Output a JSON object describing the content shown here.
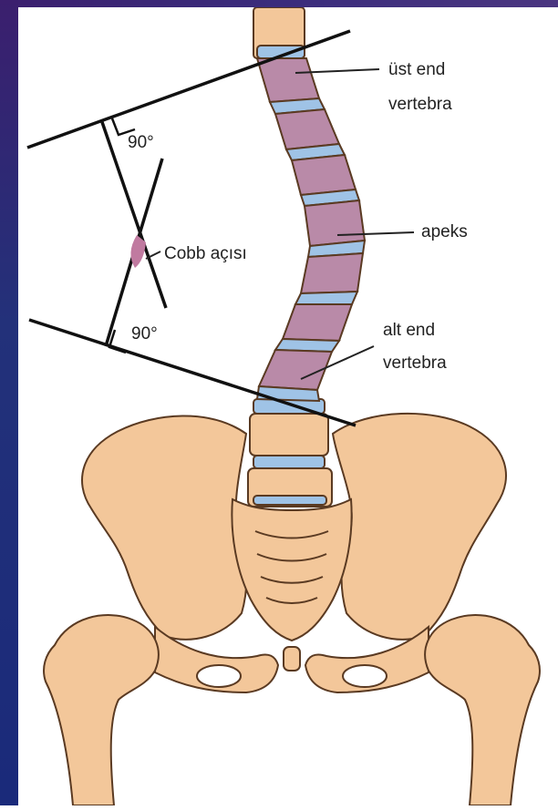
{
  "labels": {
    "upper_end_vertebra": [
      "üst end",
      "vertebra"
    ],
    "apex": "apeks",
    "cobb_angle": "Cobb açısı",
    "lower_end_vertebra": [
      "alt end",
      "vertebra"
    ],
    "upper_angle": "90°",
    "lower_angle": "90°"
  },
  "colors": {
    "frame": "#23317a",
    "bone": "#f3c79a",
    "bone_outline": "#5a3a22",
    "vertebra": "#b98aa8",
    "disc": "#9fc3e6",
    "line": "#111111",
    "cobb_region": "#c07aa0"
  }
}
